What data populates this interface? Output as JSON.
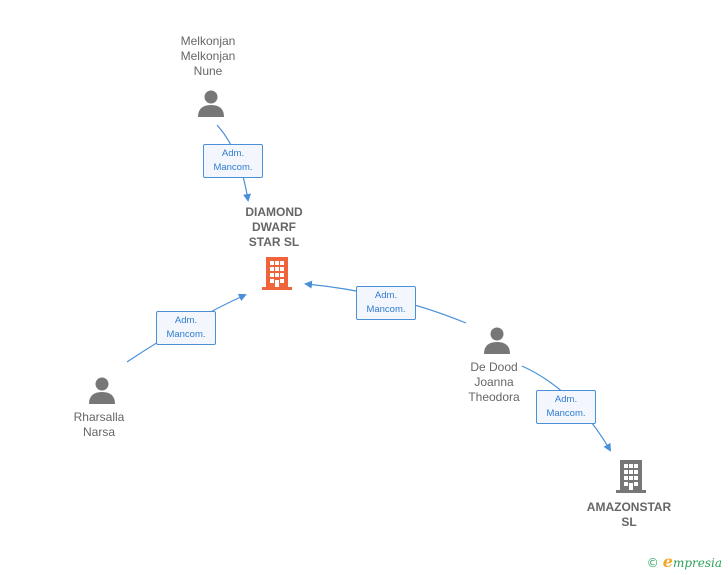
{
  "colors": {
    "edge": "#4a90d9",
    "person_icon": "#777777",
    "company_focus": "#f0643c",
    "company_other": "#777777"
  },
  "nodes": {
    "melkonjan": {
      "label": "Melkonjan\nMelkonjan\nNune",
      "icon": "person-icon"
    },
    "diamond": {
      "label": "DIAMOND\nDWARF\nSTAR  SL",
      "icon": "building-icon"
    },
    "rharsalla": {
      "label": "Rharsalla\nNarsa",
      "icon": "person-icon"
    },
    "dedood": {
      "label": "De Dood\nJoanna\nTheodora",
      "icon": "person-icon"
    },
    "amazonstar": {
      "label": "AMAZONSTAR\nSL",
      "icon": "building-icon"
    }
  },
  "edges": {
    "e1": "Adm.\nMancom.",
    "e2": "Adm.\nMancom.",
    "e3": "Adm.\nMancom.",
    "e4": "Adm.\nMancom."
  },
  "footer": {
    "copyright": "©",
    "brand_initial": "e",
    "brand_rest": "mpresia"
  }
}
